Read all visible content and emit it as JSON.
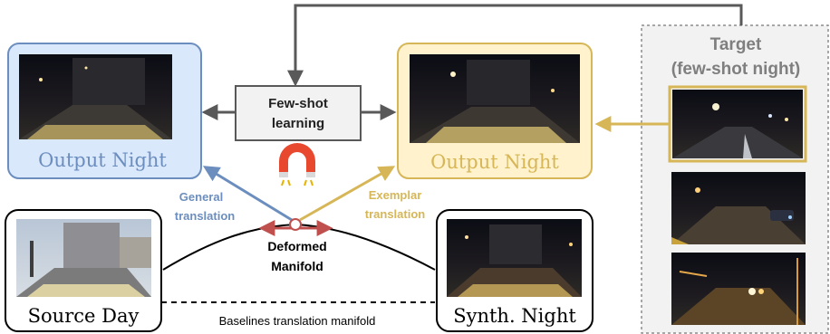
{
  "target_panel": {
    "title_line1": "Target",
    "title_line2": "(few-shot night)"
  },
  "nodes": {
    "output_night_left": "Output Night",
    "output_night_right": "Output Night",
    "few_shot_line1": "Few-shot",
    "few_shot_line2": "learning",
    "source_day": "Source Day",
    "synth_night": "Synth. Night"
  },
  "labels": {
    "general_line1": "General",
    "general_line2": "translation",
    "exemplar_line1": "Exemplar",
    "exemplar_line2": "translation",
    "deformed_line1": "Deformed",
    "deformed_line2": "Manifold",
    "baselines": "Baselines translation manifold"
  },
  "colors": {
    "blue": "#6c8ebf",
    "blue_fill": "#dae8fc",
    "gold": "#d6b656",
    "gold_fill": "#fff2cc",
    "red": "#c0504d",
    "gray": "#595959"
  }
}
